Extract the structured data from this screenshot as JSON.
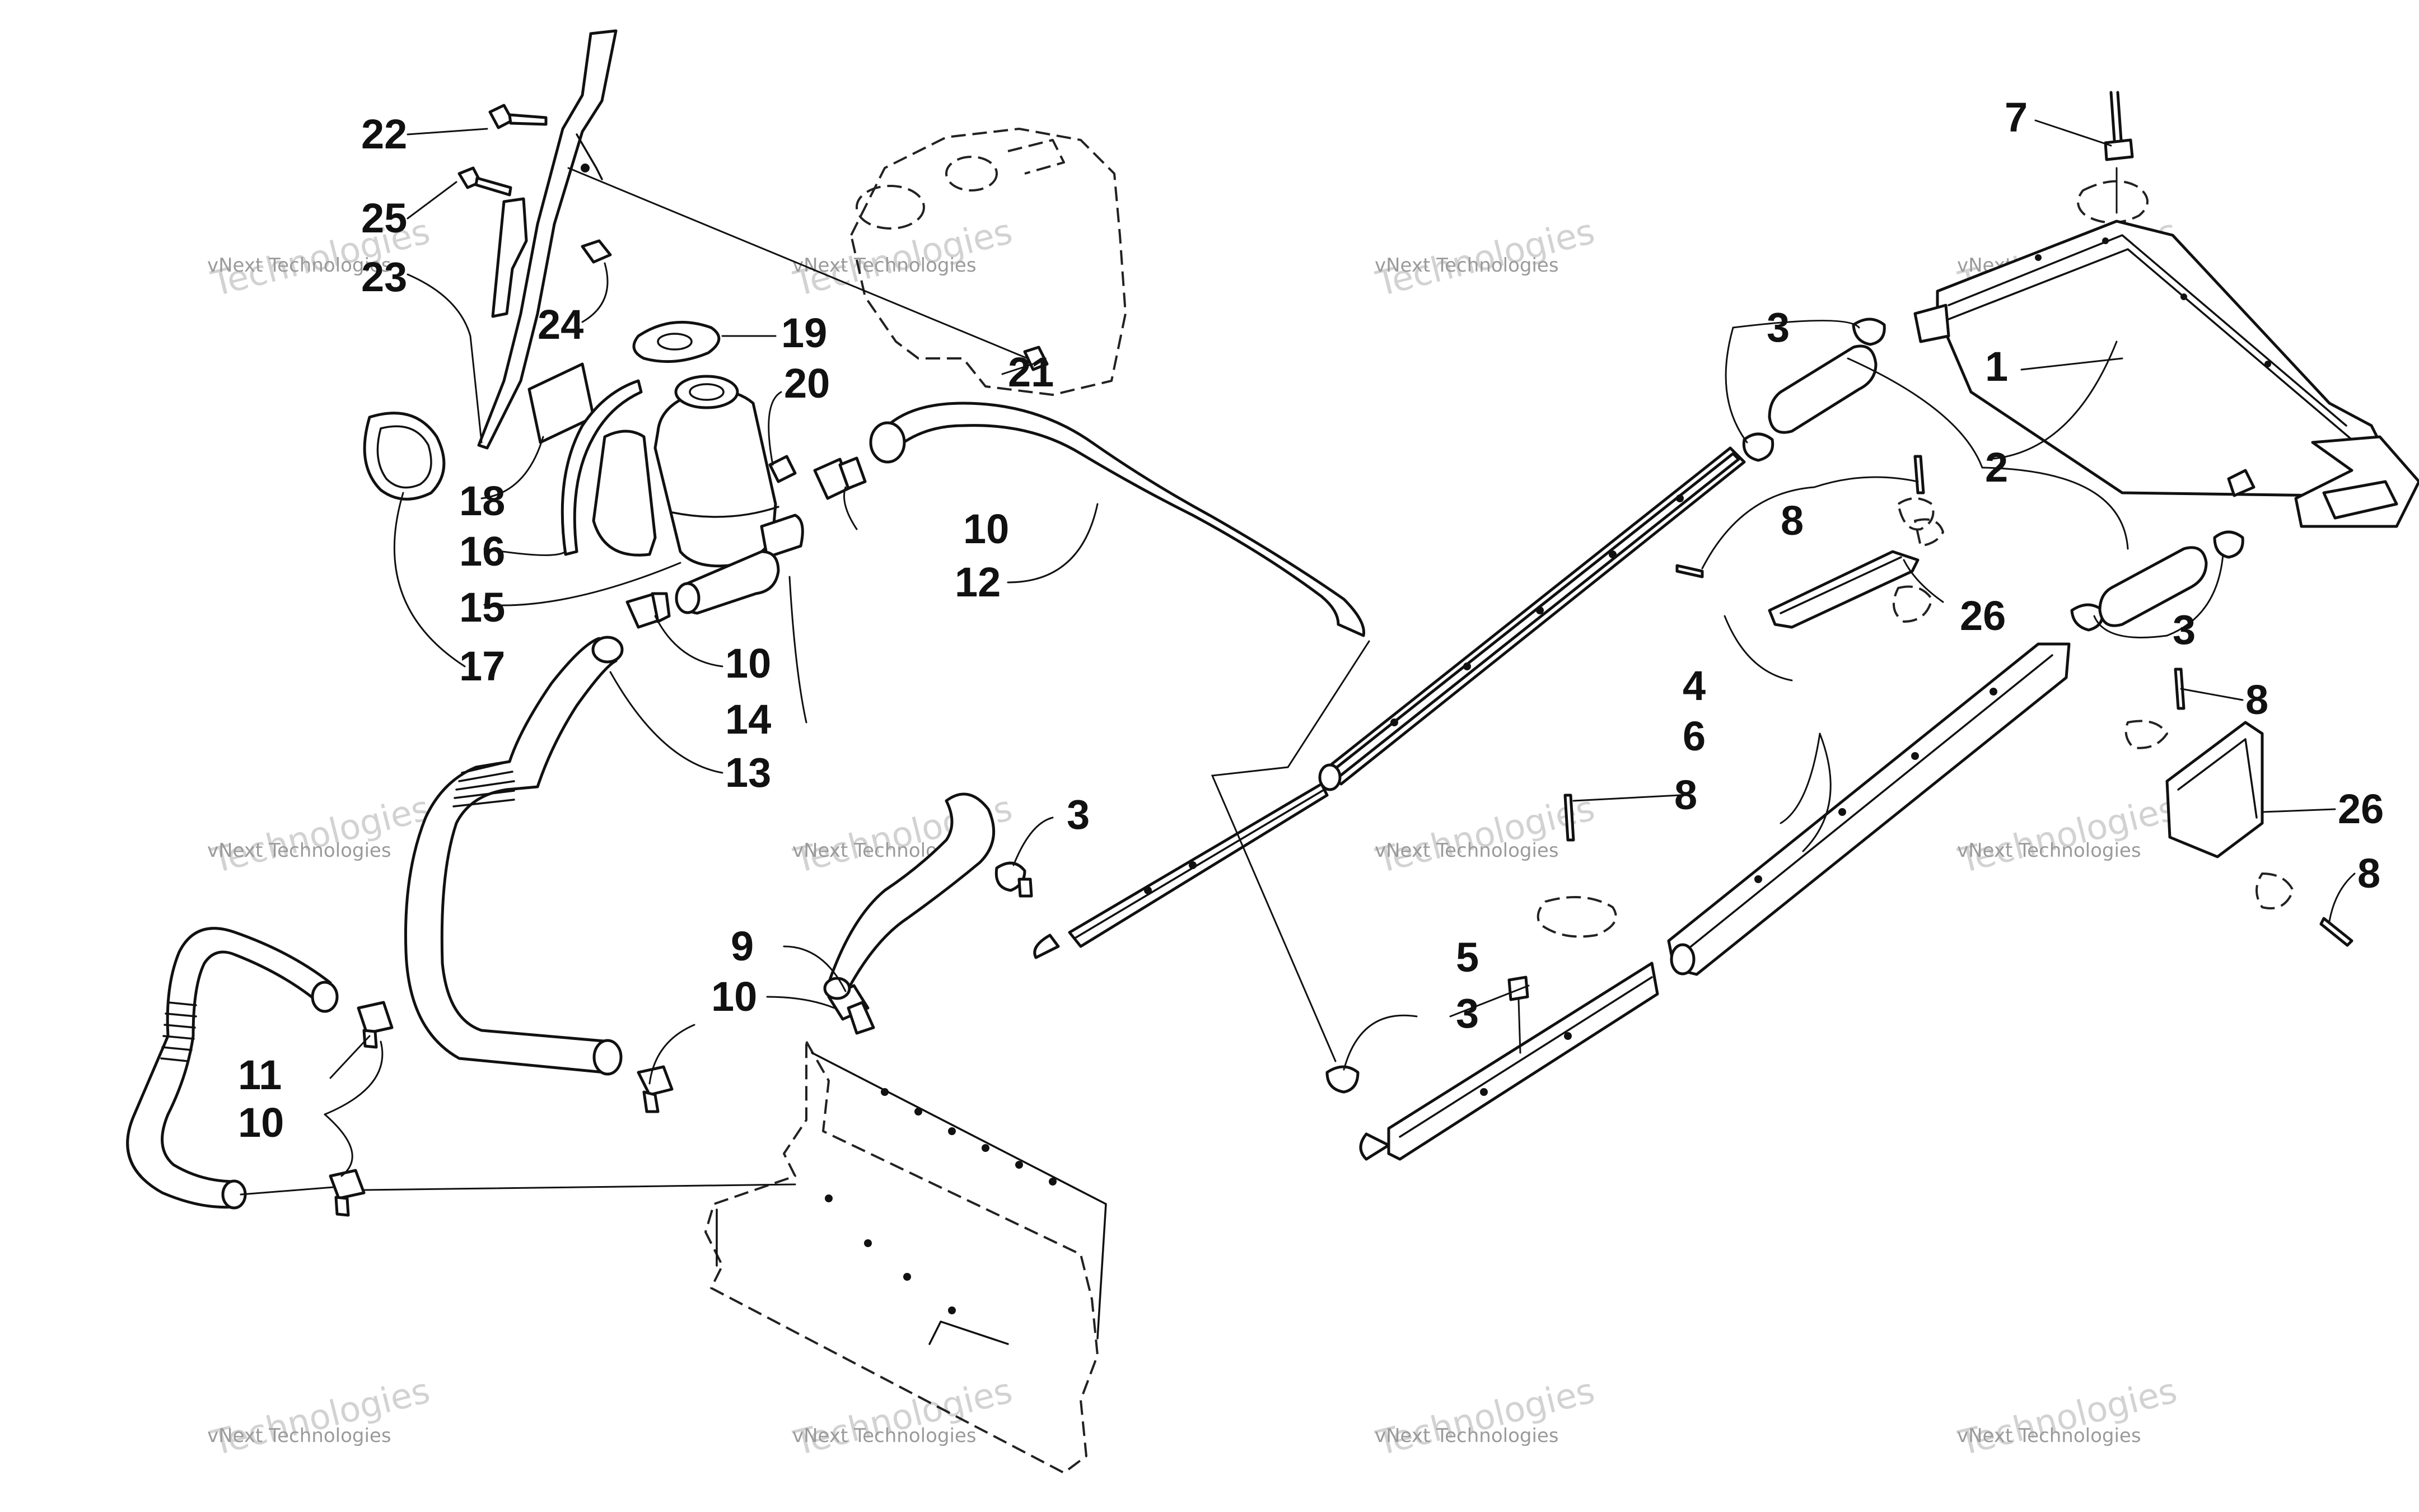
{
  "watermark": {
    "line1": "vNext Technologies",
    "line2": "Technologies"
  },
  "callouts": [
    {
      "id": "c1",
      "label": "1"
    },
    {
      "id": "c2",
      "label": "2"
    },
    {
      "id": "c3a",
      "label": "3"
    },
    {
      "id": "c3b",
      "label": "3"
    },
    {
      "id": "c3c",
      "label": "3"
    },
    {
      "id": "c3d",
      "label": "3"
    },
    {
      "id": "c4",
      "label": "4"
    },
    {
      "id": "c5",
      "label": "5"
    },
    {
      "id": "c6",
      "label": "6"
    },
    {
      "id": "c7",
      "label": "7"
    },
    {
      "id": "c8a",
      "label": "8"
    },
    {
      "id": "c8b",
      "label": "8"
    },
    {
      "id": "c8c",
      "label": "8"
    },
    {
      "id": "c8d",
      "label": "8"
    },
    {
      "id": "c9",
      "label": "9"
    },
    {
      "id": "c10a",
      "label": "10"
    },
    {
      "id": "c10b",
      "label": "10"
    },
    {
      "id": "c10c",
      "label": "10"
    },
    {
      "id": "c10d",
      "label": "10"
    },
    {
      "id": "c11",
      "label": "11"
    },
    {
      "id": "c12",
      "label": "12"
    },
    {
      "id": "c13",
      "label": "13"
    },
    {
      "id": "c14",
      "label": "14"
    },
    {
      "id": "c15",
      "label": "15"
    },
    {
      "id": "c16",
      "label": "16"
    },
    {
      "id": "c17",
      "label": "17"
    },
    {
      "id": "c18",
      "label": "18"
    },
    {
      "id": "c19",
      "label": "19"
    },
    {
      "id": "c20",
      "label": "20"
    },
    {
      "id": "c21",
      "label": "21"
    },
    {
      "id": "c22",
      "label": "22"
    },
    {
      "id": "c23",
      "label": "23"
    },
    {
      "id": "c24",
      "label": "24"
    },
    {
      "id": "c25",
      "label": "25"
    },
    {
      "id": "c26a",
      "label": "26"
    },
    {
      "id": "c26b",
      "label": "26"
    }
  ]
}
